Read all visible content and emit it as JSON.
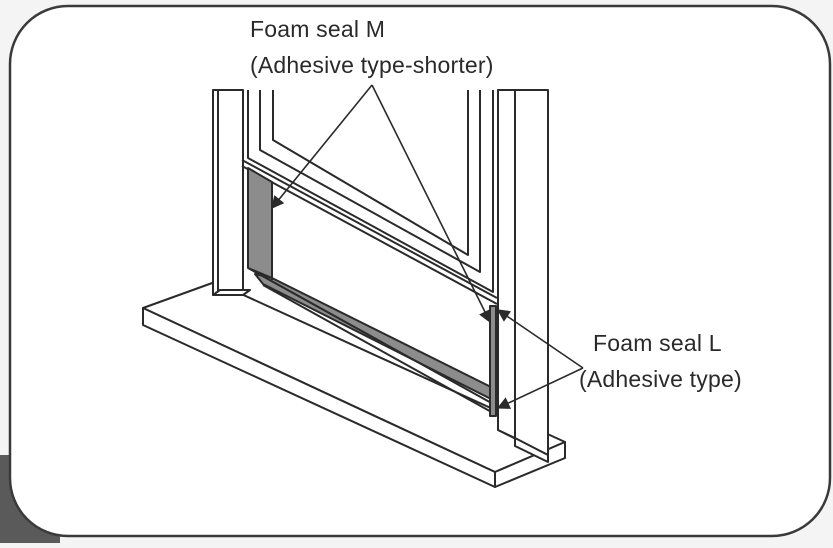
{
  "callouts": {
    "seal_m": {
      "line1": "Foam seal M",
      "line2": "(Adhesive type-shorter)"
    },
    "seal_l": {
      "line1": "Foam seal L",
      "line2": "(Adhesive type)"
    }
  },
  "colors": {
    "panel_fill": "#ffffff",
    "panel_border": "#3a3a3a",
    "page_bg": "#f4f4f4",
    "seal_fill": "#8c8c8c",
    "line": "#2a2a2a"
  }
}
